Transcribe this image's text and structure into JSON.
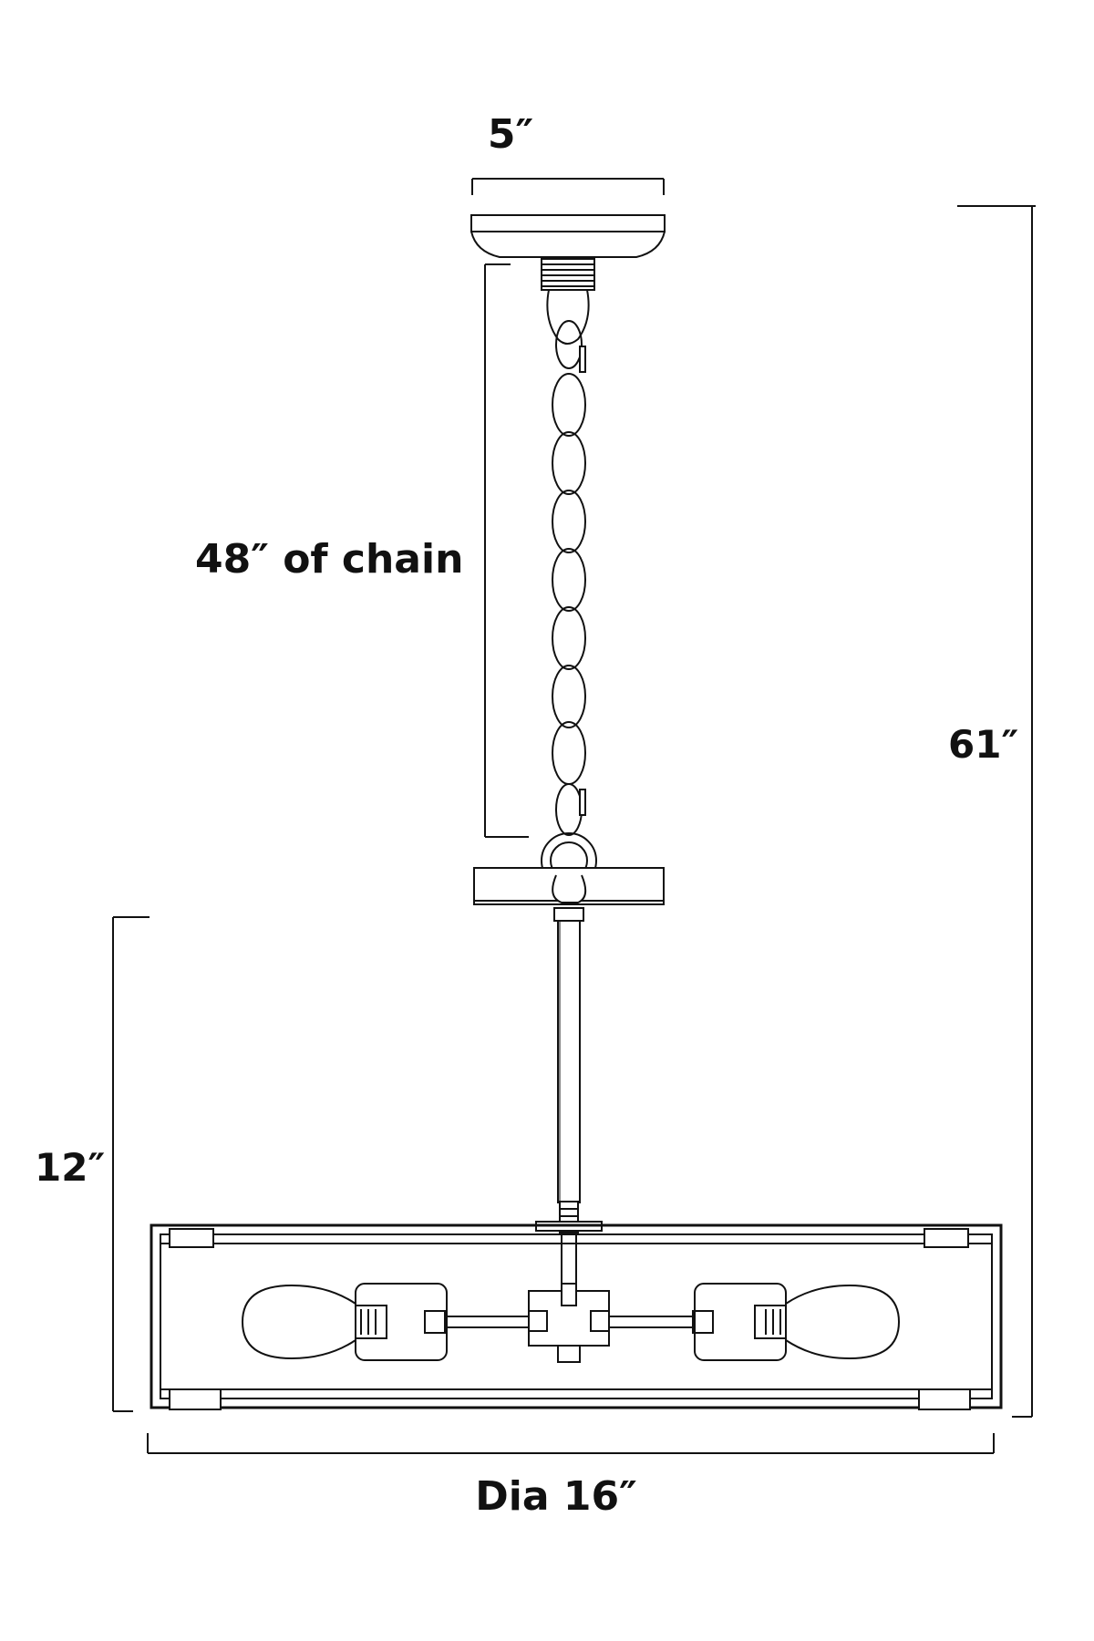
{
  "dimensions": {
    "canopy_width": "5″",
    "chain_length": "48″  of chain",
    "overall_height": "61″",
    "fixture_height": "12″",
    "diameter": "Dia  16″"
  }
}
